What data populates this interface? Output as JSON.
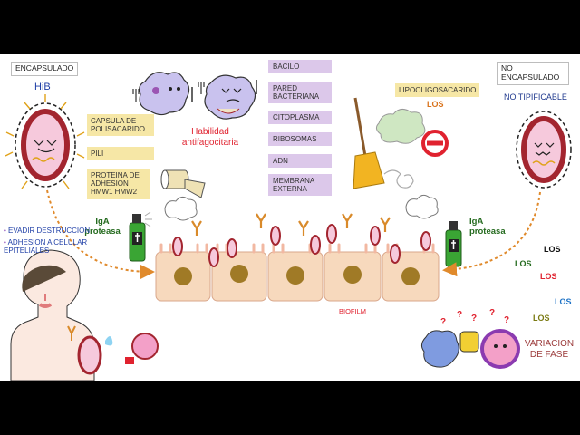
{
  "labels": {
    "encapsulado": "ENCAPSULADO",
    "hib": "HiB",
    "no_encapsulado": "NO ENCAPSULADO",
    "no_tipificable": "NO TIPIFICABLE",
    "capsula": "CAPSULA DE POLISACARIDO",
    "pili": "PILI",
    "proteina": "PROTEINA DE ADHESION HMW1 HMW2",
    "habilidad": "Habilidad antifagocitaria",
    "bacilo": "BACILO",
    "pared": "PARED BACTERIANA",
    "citoplasma": "CITOPLASMA",
    "ribosomas": "RIBOSOMAS",
    "adn": "ADN",
    "membrana": "MEMBRANA EXTERNA",
    "lipooligosacarido": "LIPOOLIGOSACARIDO",
    "los_main": "LOS",
    "iga_left": "IgA proteasa",
    "iga_right": "IgA proteasa",
    "bullet1": "EVADIR DESTRUCCION",
    "bullet2": "ADHESION A CELULAR EPITELIALES",
    "biofilm": "BIOFILM",
    "variacion": "VARIACION DE FASE",
    "los_list": [
      "LOS",
      "LOS",
      "LOS",
      "LOS",
      "LOS"
    ]
  },
  "colors": {
    "lavender_box": "#dcc8ea",
    "yellow_box": "#f6e7a6",
    "epithelium": "#f7d9bd",
    "nucleus": "#a07a26",
    "arrow": "#e08a2c",
    "red": "#e0222f",
    "green": "#256b1f",
    "blue": "#1e3ea6"
  }
}
